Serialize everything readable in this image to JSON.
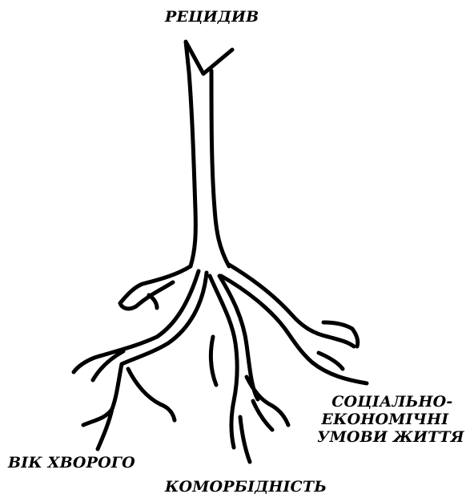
{
  "diagram": {
    "top_label": "РЕЦИДИВ",
    "root_labels": {
      "left": "ВІК ХВОРОГО",
      "bottom": "КОМОРБІДНІСТЬ",
      "right_lines": [
        "СОЦІАЛЬНО-",
        "ЕКОНОМІЧНІ",
        "УМОВИ ЖИТТЯ"
      ]
    },
    "colors": {
      "stroke": "#000000",
      "fill": "#ffffff",
      "text": "#000000"
    }
  }
}
